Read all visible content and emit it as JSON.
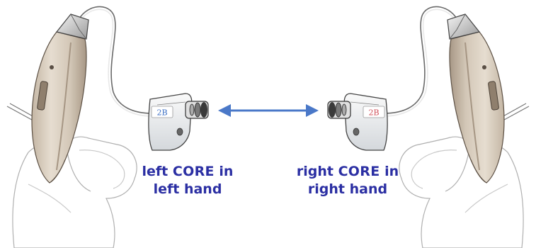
{
  "left": {
    "side_text": "left",
    "core_text": "CORE",
    "in_text": "in",
    "hand_text": "left hand",
    "receiver_label": "2B",
    "receiver_label_color": "#3c6fc4"
  },
  "right": {
    "side_text": "right",
    "core_text": "CORE",
    "in_text": "in",
    "hand_text": "right hand",
    "receiver_label": "2B",
    "receiver_label_color": "#d0505a"
  },
  "colors": {
    "caption": "#2b2fa3",
    "arrow": "#4a78c8",
    "device_body": "#d8cfc2",
    "device_shadow": "#b9ab9a",
    "hand_outline": "#b0b0b0"
  }
}
